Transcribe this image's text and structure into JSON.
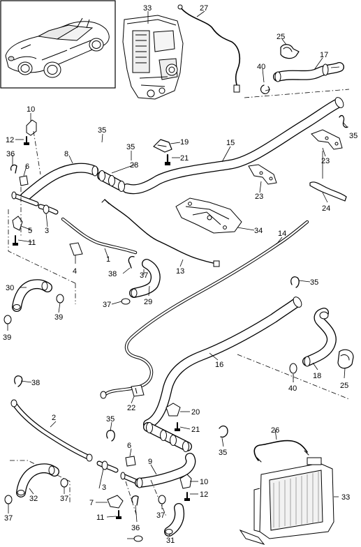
{
  "diagram": {
    "labels": {
      "p1": "1",
      "p2": "2",
      "p3a": "3",
      "p3b": "3",
      "p4": "4",
      "p5": "5",
      "p6a": "6",
      "p6b": "6",
      "p7": "7",
      "p8": "8",
      "p9": "9",
      "p10a": "10",
      "p10b": "10",
      "p11a": "11",
      "p11b": "11",
      "p12a": "12",
      "p12b": "12",
      "p13": "13",
      "p14": "14",
      "p15": "15",
      "p16": "16",
      "p17": "17",
      "p18": "18",
      "p19": "19",
      "p20": "20",
      "p21a": "21",
      "p21b": "21",
      "p22": "22",
      "p23a": "23",
      "p23b": "23",
      "p24": "24",
      "p25a": "25",
      "p25b": "25",
      "p26": "26",
      "p27": "27",
      "p28": "28",
      "p29": "29",
      "p30": "30",
      "p31": "31",
      "p32": "32",
      "p33a": "33",
      "p33b": "33",
      "p34": "34",
      "p35a": "35",
      "p35b": "35",
      "p35c": "35",
      "p35d": "35",
      "p35e": "35",
      "p35f": "35",
      "p36a": "36",
      "p36b": "36",
      "p37a": "37",
      "p37b": "37",
      "p37c": "37",
      "p37d": "37",
      "p37e": "37",
      "p38a": "38",
      "p38b": "38",
      "p39a": "39",
      "p39b": "39",
      "p40a": "40",
      "p40b": "40"
    },
    "colors": {
      "line": "#000000",
      "background": "#ffffff",
      "shading": "#d8d8d8"
    }
  }
}
